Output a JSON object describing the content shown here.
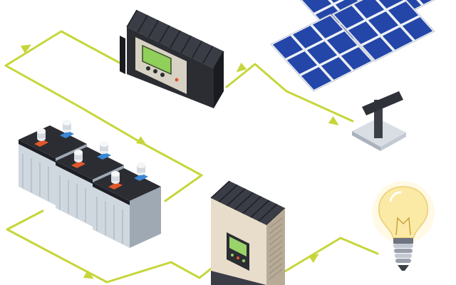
{
  "colors": {
    "wire": "#c6d63a",
    "panel_cell": "#2346a8",
    "panel_frame": "#eef1f6",
    "controller_body": "#2d2f36",
    "battery_case": "#cfd7df",
    "battery_terminal_pos": "#e2572b",
    "battery_terminal_neg": "#3a86d4",
    "inverter_body": "#e7dccb",
    "screen": "#9ad36a",
    "bulb_glass": "#fbe9a6"
  },
  "components": [
    {
      "id": "solar-panel",
      "icon": "solar-panel-icon"
    },
    {
      "id": "charge-controller",
      "icon": "charge-controller-icon"
    },
    {
      "id": "battery-bank",
      "icon": "battery-icon",
      "count": 3
    },
    {
      "id": "inverter",
      "icon": "inverter-icon"
    },
    {
      "id": "light-bulb",
      "icon": "light-bulb-icon"
    }
  ],
  "flow": [
    "solar-panel",
    "charge-controller",
    "battery-bank",
    "inverter",
    "light-bulb"
  ]
}
